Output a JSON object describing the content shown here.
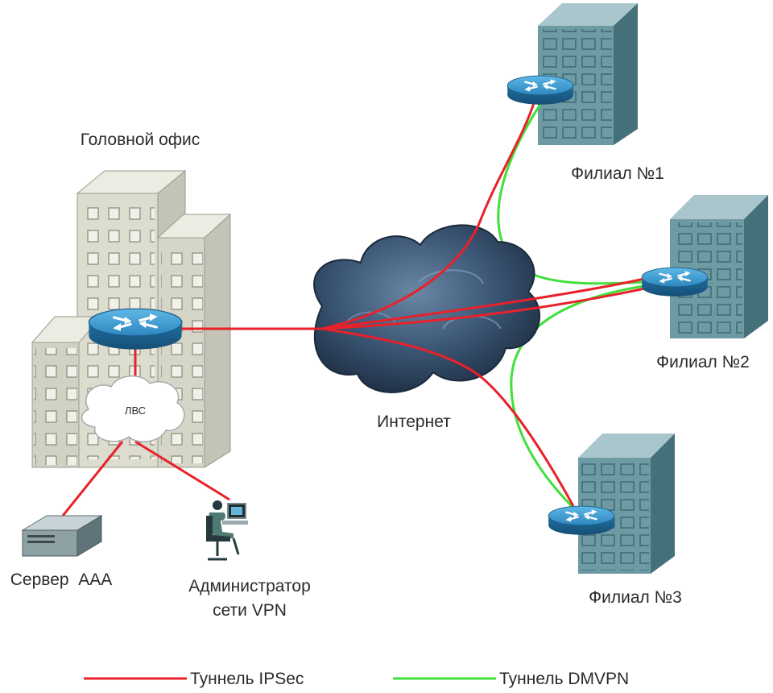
{
  "labels": {
    "head_office": "Головной офис",
    "lan": "ЛВС",
    "internet": "Интернет",
    "branch1": "Филиал №1",
    "branch2": "Филиал №2",
    "branch3": "Филиал №3",
    "aaa_server": "Сервер  ААА",
    "admin_line1": "Администратор",
    "admin_line2": "сети VPN"
  },
  "legend": {
    "ipsec": "Туннель IPSec",
    "dmvpn": "Туннель DMVPN"
  },
  "colors": {
    "ipsec": "#e8212a",
    "dmvpn": "#3fe03a",
    "router": "#2f8fc6",
    "branch_building": "#5f8f99",
    "head_building": "#d9d9cc",
    "cloud": "#3a5573"
  },
  "icons": [
    "router-icon",
    "building-icon",
    "cloud-icon",
    "server-icon",
    "admin-workstation-icon"
  ]
}
